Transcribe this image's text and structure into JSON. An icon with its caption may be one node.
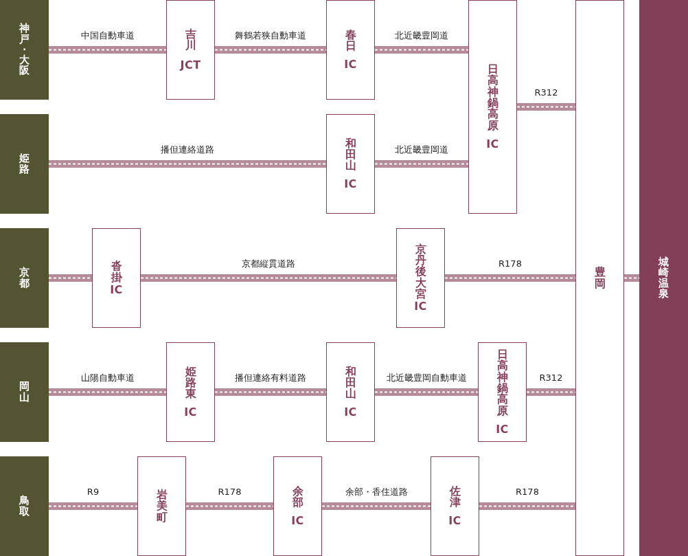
{
  "diagram": {
    "nodes": [
      {
        "text": [
          "神戸・大阪"
        ]
      },
      {
        "text": [
          "吉川",
          "JCT"
        ]
      },
      {
        "text": [
          "春日",
          "IC"
        ]
      },
      {
        "text": [
          "日高神鍋高原",
          "IC"
        ]
      },
      {
        "text": [
          "豊岡"
        ]
      },
      {
        "text": [
          "城崎温泉"
        ]
      },
      {
        "text": [
          "姫路"
        ]
      },
      {
        "text": [
          "和田山",
          "IC"
        ]
      },
      {
        "text": [
          "京都"
        ]
      },
      {
        "text": [
          "沓掛",
          "IC"
        ]
      },
      {
        "text": [
          "京丹後大宮",
          "IC"
        ]
      },
      {
        "text": [
          "岡山"
        ]
      },
      {
        "text": [
          "姫路東",
          "IC"
        ]
      },
      {
        "text": [
          "和田山",
          "IC"
        ]
      },
      {
        "text": [
          "日高神鍋高原",
          "IC"
        ]
      },
      {
        "text": [
          "鳥取"
        ]
      },
      {
        "text": [
          "岩美町"
        ]
      },
      {
        "text": [
          "余部",
          "IC"
        ]
      },
      {
        "text": [
          "佐津",
          "IC"
        ]
      }
    ],
    "edges": [
      {
        "from": 0,
        "to": 1,
        "arrow": "none",
        "label": "中国自動車道"
      },
      {
        "from": 1,
        "to": 2,
        "arrow": "none",
        "label": "舞鶴若狭自動車道"
      },
      {
        "from": 2,
        "to": 3,
        "arrow": "none",
        "label": "北近畿豊岡道"
      },
      {
        "from": 3,
        "to": 4,
        "arrow": "none",
        "label": "R312"
      },
      {
        "from": 6,
        "to": 7,
        "arrow": "none",
        "label": "播但連絡道路"
      },
      {
        "from": 7,
        "to": 3,
        "arrow": "none",
        "label": "北近畿豊岡道"
      },
      {
        "from": 8,
        "to": 9,
        "arrow": "none"
      },
      {
        "from": 9,
        "to": 10,
        "arrow": "none",
        "label": "京都縦貫道路"
      },
      {
        "from": 10,
        "to": 4,
        "arrow": "none",
        "label": "R178"
      },
      {
        "from": 4,
        "to": 5,
        "arrow": "none"
      },
      {
        "from": 11,
        "to": 12,
        "arrow": "none",
        "label": "山陽自動車道"
      },
      {
        "from": 12,
        "to": 13,
        "arrow": "none",
        "label": "播但連絡有料道路"
      },
      {
        "from": 13,
        "to": 14,
        "arrow": "none",
        "label": "北近畿豊岡自動車道"
      },
      {
        "from": 14,
        "to": 4,
        "arrow": "none",
        "label": "R312"
      },
      {
        "from": 15,
        "to": 16,
        "arrow": "none",
        "label": "R9"
      },
      {
        "from": 16,
        "to": 17,
        "arrow": "none",
        "label": "R178"
      },
      {
        "from": 17,
        "to": 18,
        "arrow": "none",
        "label": "余部・香住道路"
      },
      {
        "from": 18,
        "to": 4,
        "arrow": "none",
        "label": "R178"
      }
    ]
  }
}
